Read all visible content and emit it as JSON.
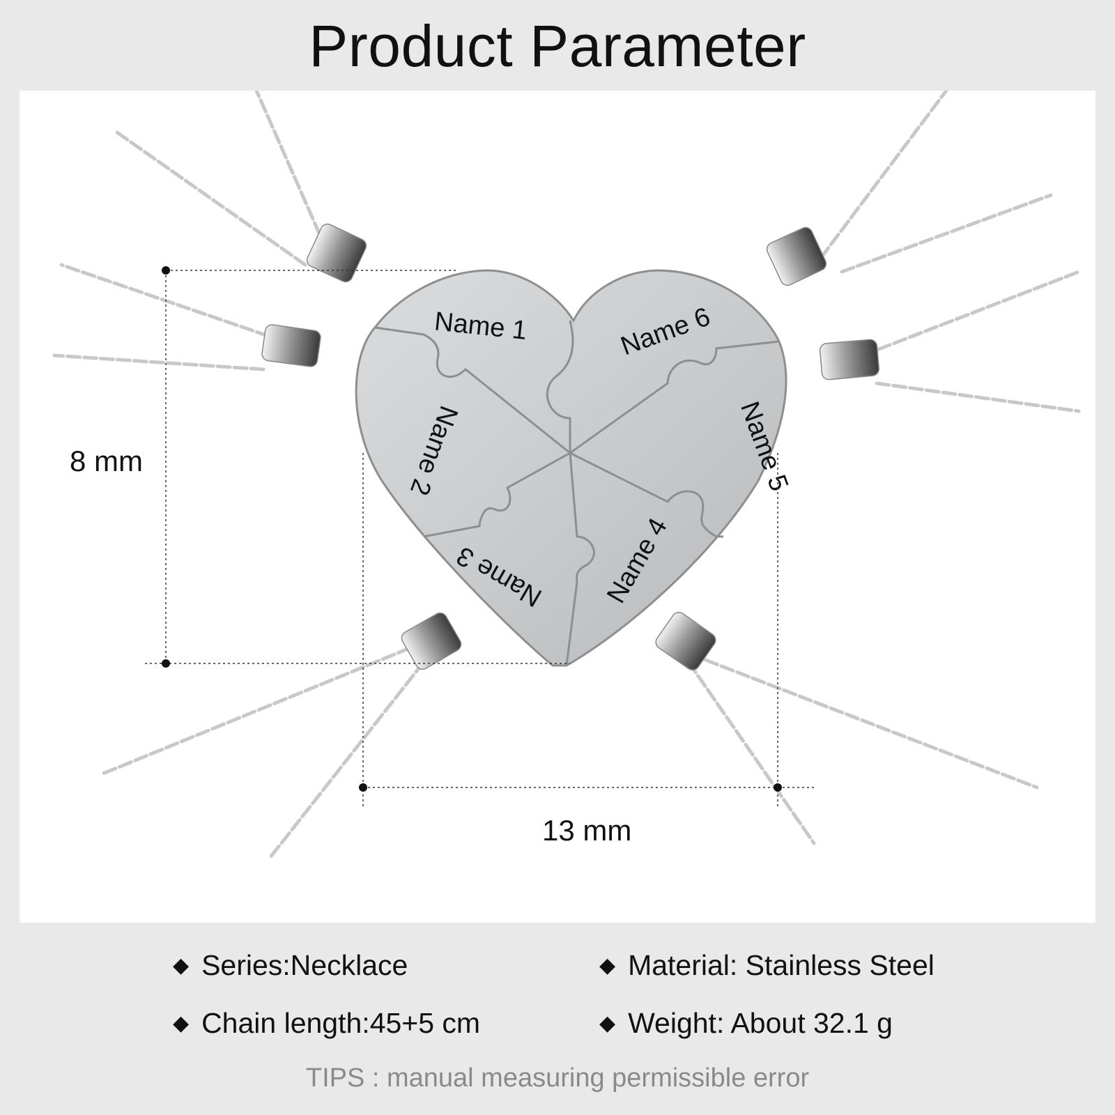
{
  "header": {
    "title": "Product Parameter"
  },
  "pendant": {
    "engravings": [
      "Name 1",
      "Name 2",
      "Name 3",
      "Name 4",
      "Name 5",
      "Name 6"
    ],
    "colors": {
      "metal": "#cfd1d3",
      "chain": "#c9c9c9",
      "engraving": "#111111"
    }
  },
  "dimensions": {
    "height": "8 mm",
    "width": "13 mm"
  },
  "specs": {
    "bullet_icon": "diamond-bullet",
    "series": "Series:Necklace",
    "material": "Material: Stainless Steel",
    "chain_length": "Chain length:45+5 cm",
    "weight": "Weight: About 32.1 g"
  },
  "footer": {
    "tips": "TIPS : manual measuring permissible error"
  }
}
